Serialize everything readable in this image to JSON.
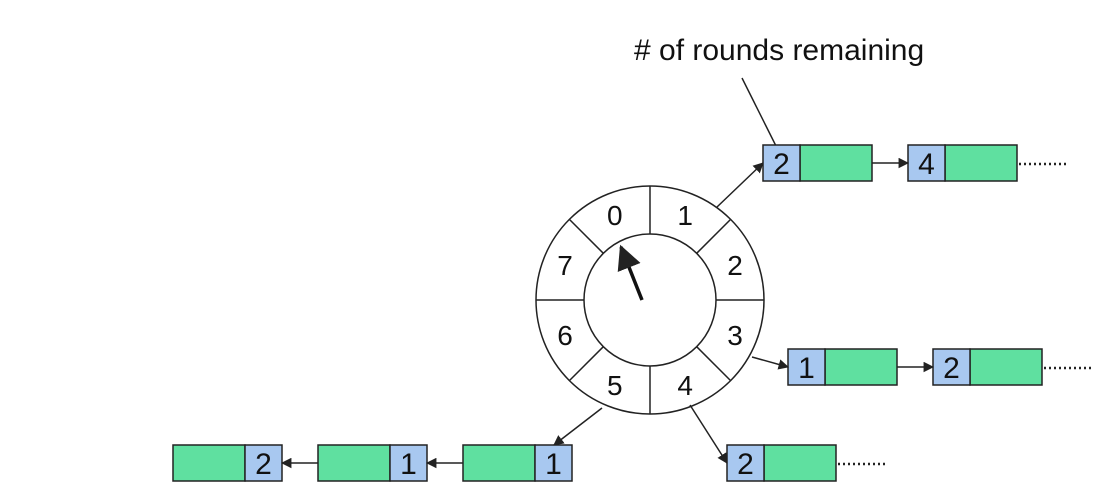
{
  "callout": {
    "text": "# of rounds remaining"
  },
  "wheel": {
    "slots": [
      "0",
      "1",
      "2",
      "3",
      "4",
      "5",
      "6",
      "7"
    ],
    "pointer_at": "0"
  },
  "lists": [
    {
      "slot": "1",
      "rounds": [
        "2",
        "4"
      ],
      "trailing_dots": true
    },
    {
      "slot": "3",
      "rounds": [
        "1",
        "2"
      ],
      "trailing_dots": true
    },
    {
      "slot": "4",
      "rounds": [
        "2"
      ],
      "trailing_dots": true
    },
    {
      "slot": "5",
      "rounds": [
        "1",
        "1",
        "2"
      ],
      "trailing_dots": false
    }
  ],
  "colors": {
    "rounds_cell": "#a8c8f0",
    "payload_cell": "#5fe0a0",
    "stroke": "#222222"
  }
}
